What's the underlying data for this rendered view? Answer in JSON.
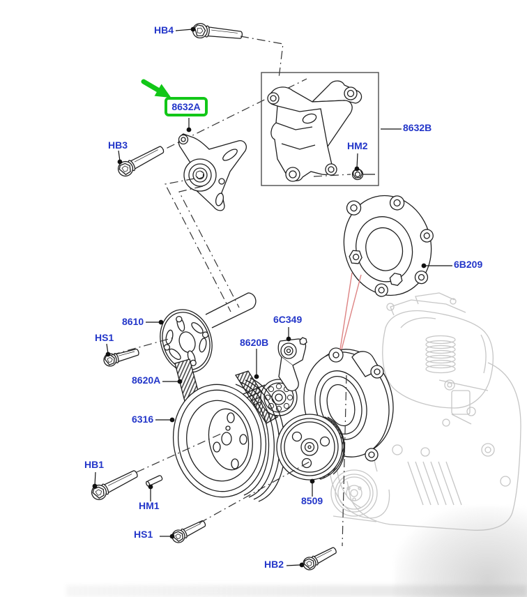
{
  "diagram": {
    "type": "exploded-parts-diagram",
    "background_color": "#ffffff",
    "line_color": "#1f1f1f",
    "faded_engine_color": "#c6c6c6",
    "label_color": "#2336c9",
    "highlight_color": "#12c718",
    "callout_line_color": "#dd8383",
    "highlighted_part": "8632A",
    "labels": [
      {
        "id": "HB4",
        "text": "HB4",
        "highlighted": false
      },
      {
        "id": "8632A",
        "text": "8632A",
        "highlighted": true
      },
      {
        "id": "HB3",
        "text": "HB3",
        "highlighted": false
      },
      {
        "id": "8632B",
        "text": "8632B",
        "highlighted": false
      },
      {
        "id": "HM2",
        "text": "HM2",
        "highlighted": false
      },
      {
        "id": "6B209",
        "text": "6B209",
        "highlighted": false
      },
      {
        "id": "8610",
        "text": "8610",
        "highlighted": false
      },
      {
        "id": "HS1-upper",
        "text": "HS1",
        "highlighted": false
      },
      {
        "id": "6C349",
        "text": "6C349",
        "highlighted": false
      },
      {
        "id": "8620B",
        "text": "8620B",
        "highlighted": false
      },
      {
        "id": "8620A",
        "text": "8620A",
        "highlighted": false
      },
      {
        "id": "6316",
        "text": "6316",
        "highlighted": false
      },
      {
        "id": "HB1",
        "text": "HB1",
        "highlighted": false
      },
      {
        "id": "HM1",
        "text": "HM1",
        "highlighted": false
      },
      {
        "id": "8509",
        "text": "8509",
        "highlighted": false
      },
      {
        "id": "HS1-lower",
        "text": "HS1",
        "highlighted": false
      },
      {
        "id": "HB2",
        "text": "HB2",
        "highlighted": false
      }
    ]
  }
}
